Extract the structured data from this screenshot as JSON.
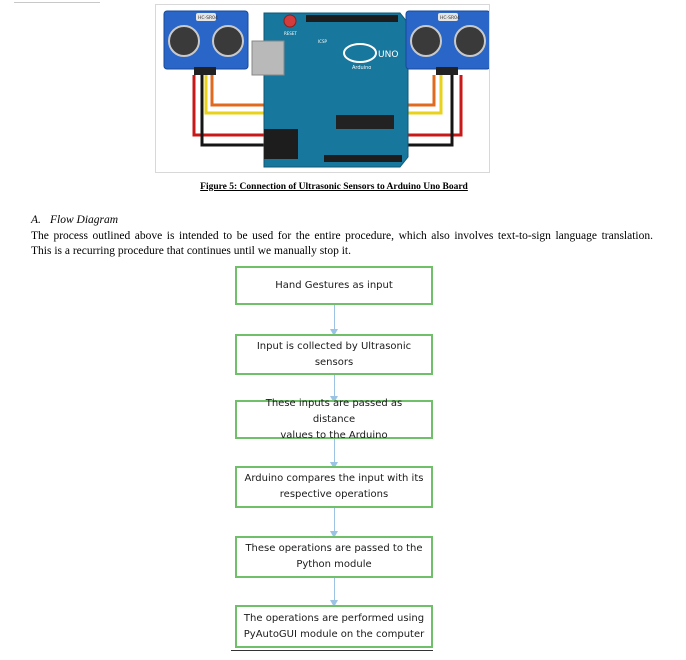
{
  "figure": {
    "sensor_left_model": "HC-SR04",
    "sensor_right_model": "HC-SR04",
    "board_reset_label": "RESET",
    "board_icsp_label": "ICSP",
    "board_logo_text": "UNO",
    "board_brand_text": "Arduino",
    "caption": "Figure 5: Connection of Ultrasonic Sensors to Arduino Uno Board",
    "wire_colors": [
      "#e8d21a",
      "#e06a1e",
      "#c91818",
      "#151515"
    ],
    "sensor_color": "#2a66c8",
    "board_color": "#18779c"
  },
  "section": {
    "number": "A.",
    "title": "Flow Diagram"
  },
  "paragraph": {
    "line1": "The process outlined above is intended to be used for the entire procedure, which also involves text-to-sign language translation.",
    "line2": "This is a recurring procedure that continues until we manually stop it."
  },
  "flow": {
    "box_border_color": "#70c06a",
    "arrow_color": "#9cc3e4",
    "steps": [
      {
        "line1": "Hand Gestures as input",
        "line2": ""
      },
      {
        "line1": "Input is collected by Ultrasonic",
        "line2": "sensors"
      },
      {
        "line1": "These inputs are passed as distance",
        "line2": "values to the Arduino"
      },
      {
        "line1": "Arduino compares the input with its",
        "line2": "respective operations"
      },
      {
        "line1": "These operations are passed to the",
        "line2": "Python module"
      },
      {
        "line1": "The operations are performed using",
        "line2": "PyAutoGUI module on the computer"
      }
    ]
  }
}
